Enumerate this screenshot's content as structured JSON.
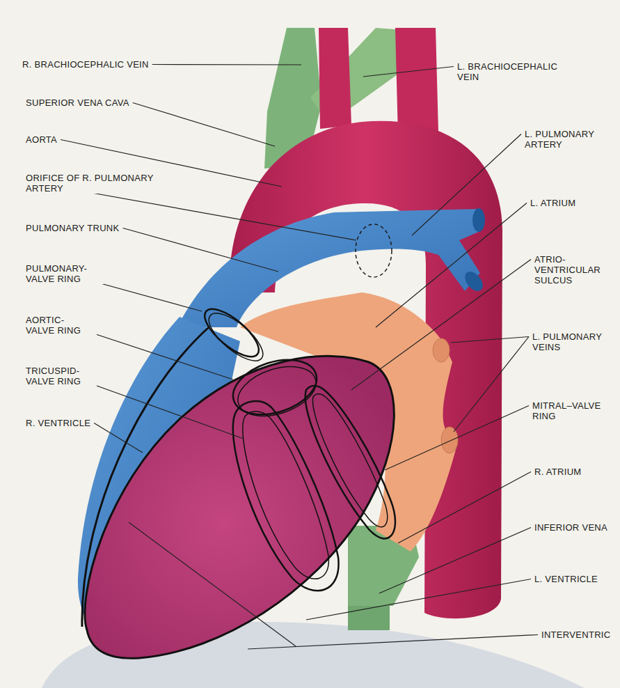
{
  "diagram": {
    "labels": [
      "R. BRACHIOCEPHALIC VEIN",
      "L. BRACHIOCEPHALIC VEIN",
      "SUPERIOR VENA CAVA",
      "AORTA",
      "ORIFICE OF R. PULMONARY ARTERY",
      "L. PULMONARY ARTERY",
      "L. ATRIUM",
      "PULMONARY TRUNK",
      "ATRIO- VENTRICULAR SULCUS",
      "PULMONARY- VALVE RING",
      "AORTIC- VALVE RING",
      "L. PULMONARY VEINS",
      "TRICUSPID- VALVE RING",
      "MITRAL–VALVE RING",
      "R. VENTRICLE",
      "R. ATRIUM",
      "INFERIOR VENA",
      "L. VENTRICLE",
      "INTERVENTRIC"
    ]
  }
}
